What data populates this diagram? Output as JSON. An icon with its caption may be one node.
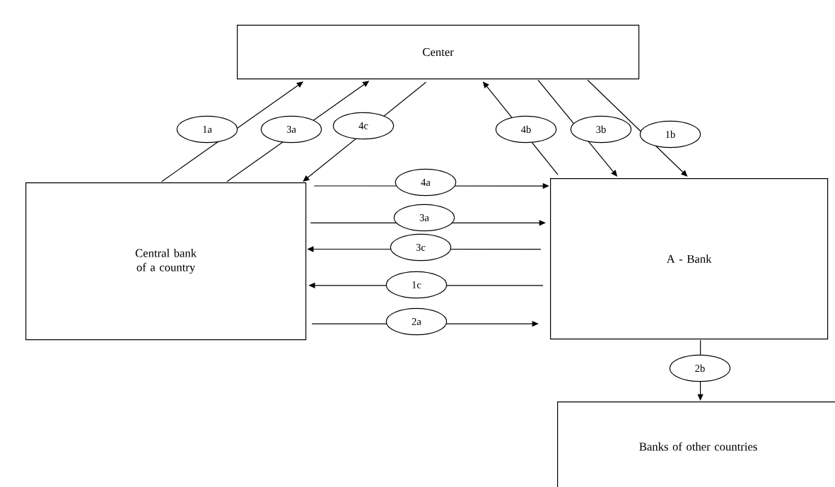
{
  "diagram": {
    "nodes": [
      {
        "text": [
          "Center"
        ]
      },
      {
        "text": [
          "Central bank of a country"
        ]
      },
      {
        "text": [
          "A - Bank"
        ]
      },
      {
        "text": [
          "Banks of other countries"
        ]
      }
    ],
    "edges": [
      {
        "from": 1,
        "to": 0,
        "arrow": "to",
        "label": "1a"
      },
      {
        "from": 1,
        "to": 0,
        "arrow": "to",
        "label": "3a"
      },
      {
        "from": 0,
        "to": 1,
        "arrow": "to",
        "label": "4c"
      },
      {
        "from": 2,
        "to": 0,
        "arrow": "to",
        "label": "4b"
      },
      {
        "from": 0,
        "to": 2,
        "arrow": "to",
        "label": "3b"
      },
      {
        "from": 0,
        "to": 2,
        "arrow": "to",
        "label": "1b"
      },
      {
        "from": 1,
        "to": 2,
        "arrow": "to",
        "label": "4a"
      },
      {
        "from": 1,
        "to": 2,
        "arrow": "to",
        "label": "3a"
      },
      {
        "from": 2,
        "to": 1,
        "arrow": "to",
        "label": "3c"
      },
      {
        "from": 2,
        "to": 1,
        "arrow": "to",
        "label": "1c"
      },
      {
        "from": 1,
        "to": 2,
        "arrow": "to",
        "label": "2a"
      },
      {
        "from": 2,
        "to": 3,
        "arrow": "to",
        "label": "2b"
      }
    ]
  }
}
